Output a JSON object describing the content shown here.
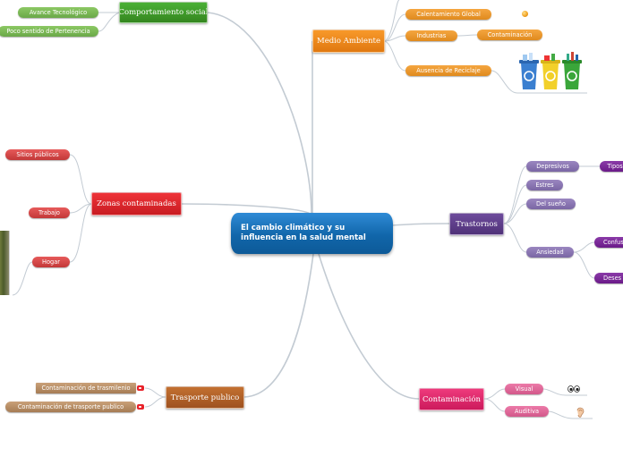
{
  "central": {
    "line1": "El cambio climático y su",
    "line2": "influencia en la salud mental"
  },
  "topics": {
    "comportamiento": "Comportamiento social",
    "zonas": "Zonas contaminadas",
    "transporte": "Trasporte publico",
    "medio": "Medio Ambiente",
    "trastornos": "Trastornos",
    "contaminacion": "Contaminación"
  },
  "subtopics": {
    "avance": "Avance Tecnológico",
    "pertenencia": "Poco sentido de Pertenencia",
    "sitios": "Sitios públicos",
    "trabajo": "Trabajo",
    "hogar": "Hogar",
    "trasmilenio": "Contaminación de trasmilenio",
    "trasporte_publico": "Contaminación de trasporte publico",
    "calentamiento": "Calentamiento Global",
    "industrias": "Industrias",
    "industrias_contam": "Contaminación",
    "reciclaje": "Ausencia de Reciclaje",
    "depresivos": "Depresivos",
    "tipos": "Tipos",
    "estres": "Estres",
    "sueno": "Del sueño",
    "ansiedad": "Ansiedad",
    "confusion": "Confus",
    "desesperacion": "Deses",
    "visual": "Visual",
    "auditiva": "Auditiva"
  },
  "colors": {
    "central": "#1166aa",
    "comportamiento": "#3f9a2e",
    "zonas": "#e0282e",
    "transporte": "#b4622a",
    "medio": "#f08a1c",
    "trastornos": "#5e3f8a",
    "contaminacion": "#e0286e"
  },
  "icons": [
    "recycle-bins-icon",
    "eyes-icon",
    "ear-icon",
    "globe-icon",
    "red-note-icon",
    "photo-thumbnail"
  ]
}
